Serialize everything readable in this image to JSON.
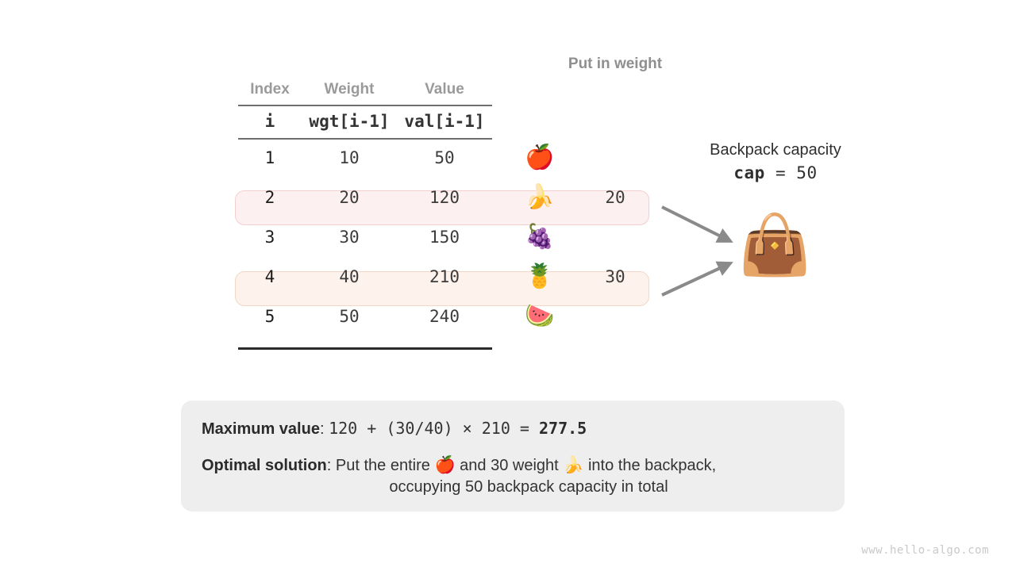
{
  "table": {
    "headers": [
      "Index",
      "Weight",
      "Value"
    ],
    "code_headers": [
      "i",
      "wgt[i-1]",
      "val[i-1]"
    ],
    "rows": [
      {
        "index": "1",
        "weight": "10",
        "value": "50",
        "fruit": "🍎",
        "fruit_name": "apple-icon",
        "put_in_weight": "",
        "highlight": "none"
      },
      {
        "index": "2",
        "weight": "20",
        "value": "120",
        "fruit": "🍌",
        "fruit_name": "banana-icon",
        "put_in_weight": "20",
        "highlight": "pink"
      },
      {
        "index": "3",
        "weight": "30",
        "value": "150",
        "fruit": "🍇",
        "fruit_name": "grapes-icon",
        "put_in_weight": "",
        "highlight": "none"
      },
      {
        "index": "4",
        "weight": "40",
        "value": "210",
        "fruit": "🍍",
        "fruit_name": "pineapple-icon",
        "put_in_weight": "30",
        "highlight": "peach"
      },
      {
        "index": "5",
        "weight": "50",
        "value": "240",
        "fruit": "🍉",
        "fruit_name": "watermelon-icon",
        "put_in_weight": "",
        "highlight": "none"
      }
    ]
  },
  "put_in_weight": {
    "label": "Put in weight"
  },
  "capacity": {
    "title": "Backpack capacity",
    "key": "cap",
    "equals": "=",
    "value": "50",
    "backpack_icon": "👜"
  },
  "summary": {
    "line1_label": "Maximum value",
    "line1_colon": ": ",
    "line1_expr": "120 + (30/40) × 210",
    "line1_equals": " = ",
    "line1_result": "277.5",
    "line2_label": "Optimal solution",
    "line2_colon": ": ",
    "line2_part1": "Put the entire ",
    "line2_emoji1": "🍎",
    "line2_part2": " and 30 weight ",
    "line2_emoji2": "🍌",
    "line2_part3": " into the backpack,",
    "line3": "occupying 50 backpack capacity in total"
  },
  "watermark": "www.hello-algo.com",
  "colors": {
    "highlight_pink_bg": "#fdf0f0",
    "highlight_pink_border": "#f3cfcf",
    "highlight_peach_bg": "#fdf2ec",
    "highlight_peach_border": "#f5d6c4",
    "summary_bg": "#eeeeee",
    "arrow_gray": "#8a8a8a",
    "header_gray": "#9a9a9a",
    "backpack_purple": "#8b5cd6"
  }
}
